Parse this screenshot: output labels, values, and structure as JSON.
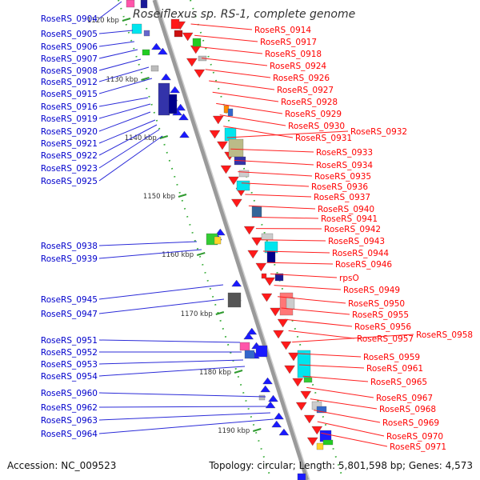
{
  "title": "Roseiflexus sp. RS-1, complete genome",
  "footer": {
    "accession": "Accession: NC_009523",
    "summary": "Topology: circular; Length: 5,801,598 bp; Genes: 4,573"
  },
  "colors": {
    "left_labels": "#0000cc",
    "right_labels": "#ff0000",
    "backbone": "#999999",
    "scale_dots": "#33aa33",
    "text": "#333333"
  },
  "kbp_ticks": [
    "1120 kbp",
    "1130 kbp",
    "1140 kbp",
    "1150 kbp",
    "1160 kbp",
    "1170 kbp",
    "1180 kbp",
    "1190 kbp"
  ],
  "left_genes": [
    "RoseRS_0904",
    "RoseRS_0905",
    "RoseRS_0906",
    "RoseRS_0907",
    "RoseRS_0908",
    "RoseRS_0912",
    "RoseRS_0915",
    "RoseRS_0916",
    "RoseRS_0919",
    "RoseRS_0920",
    "RoseRS_0921",
    "RoseRS_0922",
    "RoseRS_0923",
    "RoseRS_0925",
    "RoseRS_0938",
    "RoseRS_0939",
    "RoseRS_0945",
    "RoseRS_0947",
    "RoseRS_0951",
    "RoseRS_0952",
    "RoseRS_0953",
    "RoseRS_0954",
    "RoseRS_0960",
    "RoseRS_0962",
    "RoseRS_0963",
    "RoseRS_0964"
  ],
  "right_genes": [
    "RoseRS_0914",
    "RoseRS_0917",
    "RoseRS_0918",
    "RoseRS_0924",
    "RoseRS_0926",
    "RoseRS_0927",
    "RoseRS_0928",
    "RoseRS_0929",
    "RoseRS_0930",
    "RoseRS_0931",
    "RoseRS_0932",
    "RoseRS_0933",
    "RoseRS_0934",
    "RoseRS_0935",
    "RoseRS_0936",
    "RoseRS_0937",
    "RoseRS_0940",
    "RoseRS_0941",
    "RoseRS_0942",
    "RoseRS_0943",
    "RoseRS_0944",
    "RoseRS_0946",
    "rpsO",
    "RoseRS_0949",
    "RoseRS_0950",
    "RoseRS_0955",
    "RoseRS_0956",
    "RoseRS_0957",
    "RoseRS_0958",
    "RoseRS_0959",
    "RoseRS_0961",
    "RoseRS_0965",
    "RoseRS_0967",
    "RoseRS_0968",
    "RoseRS_0969",
    "RoseRS_0970",
    "RoseRS_0971"
  ]
}
